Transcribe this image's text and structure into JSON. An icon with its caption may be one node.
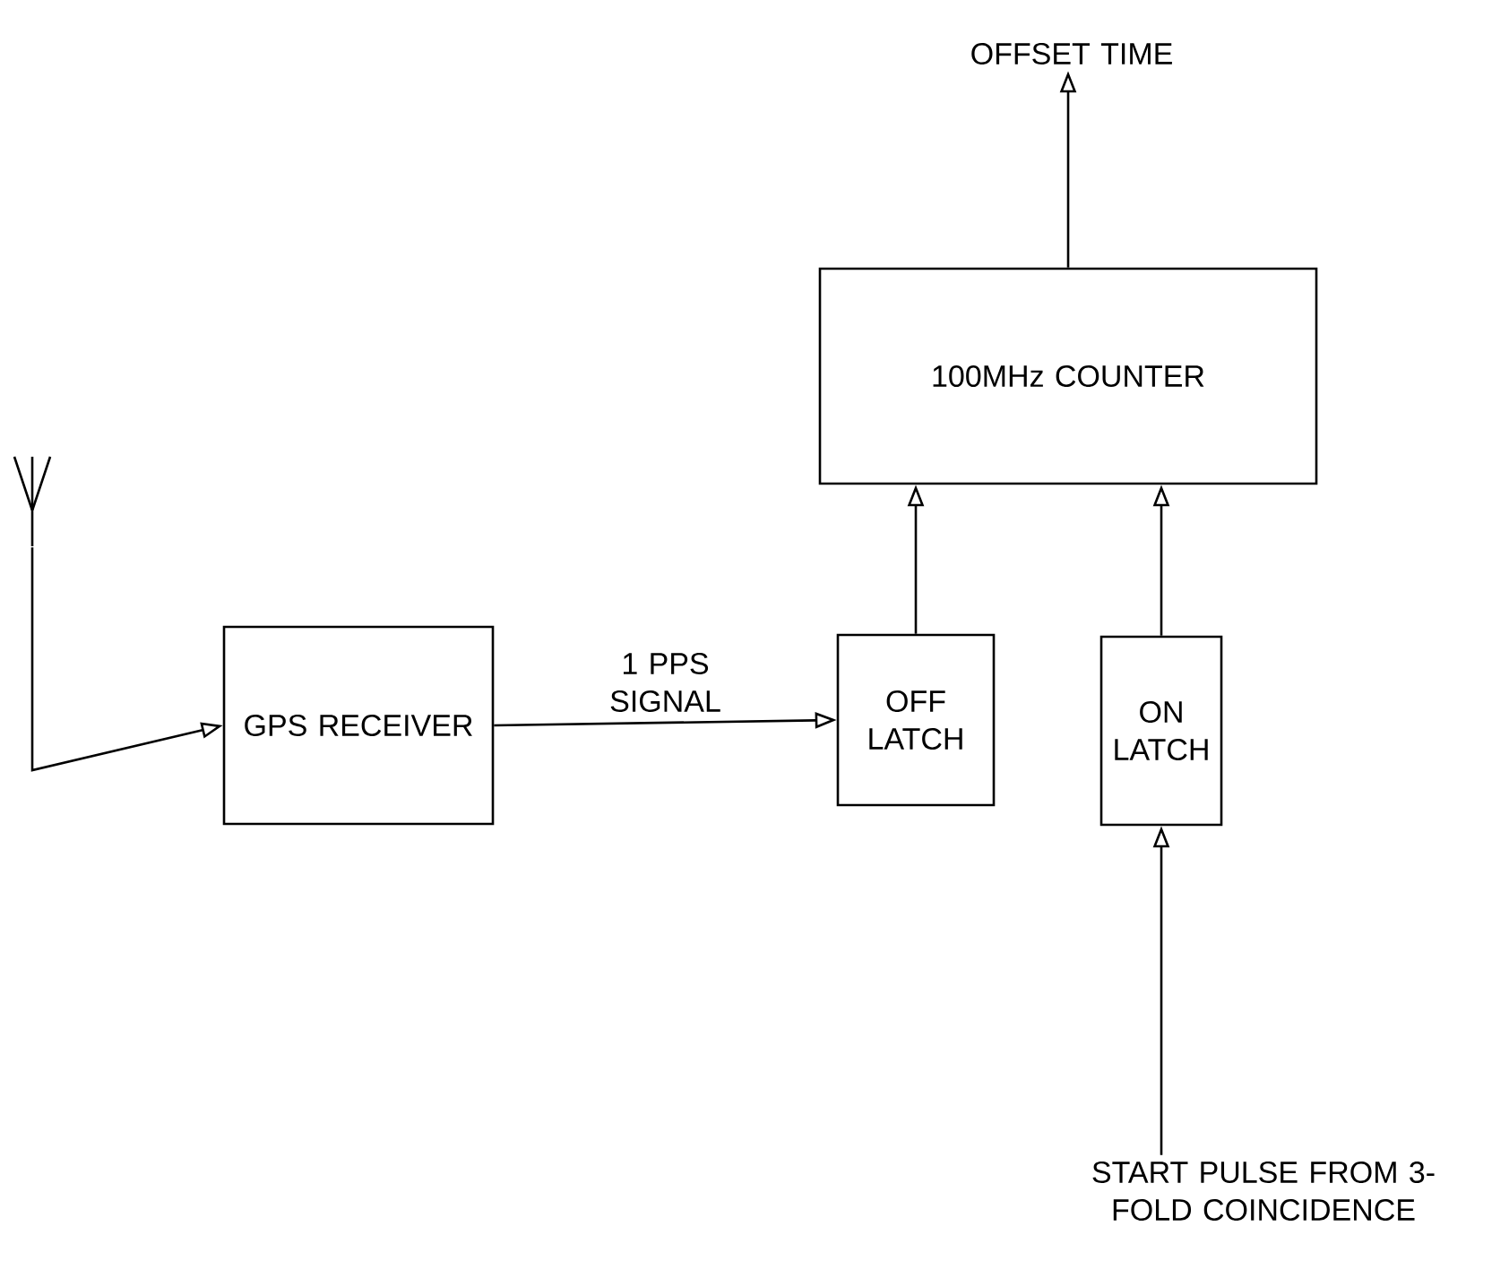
{
  "diagram": {
    "nodes": [
      {
        "text": [],
        "shape": "antenna"
      },
      {
        "text": [
          "GPS RECEIVER"
        ]
      },
      {
        "text": [
          "OFF LATCH"
        ]
      },
      {
        "text": [
          "ON LATCH"
        ]
      },
      {
        "text": [
          "100MHz COUNTER"
        ]
      },
      {
        "text": [
          "OFFSET TIME"
        ]
      },
      {
        "text": [
          "START PULSE FROM 3-FOLD COINCIDENCE"
        ]
      }
    ],
    "edges": [
      {
        "from": 0,
        "to": 1,
        "arrow": "to"
      },
      {
        "from": 1,
        "to": 2,
        "arrow": "to",
        "label": "1 PPS SIGNAL"
      },
      {
        "from": 2,
        "to": 4,
        "arrow": "to"
      },
      {
        "from": 3,
        "to": 4,
        "arrow": "to"
      },
      {
        "from": 4,
        "to": 5,
        "arrow": "to"
      },
      {
        "from": 6,
        "to": 3,
        "arrow": "to"
      }
    ]
  }
}
